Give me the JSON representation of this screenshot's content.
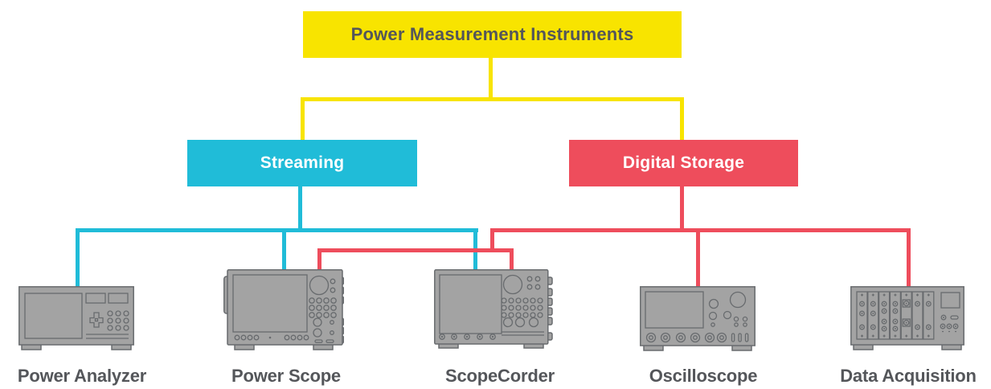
{
  "diagram": {
    "root": {
      "label": "Power Measurement Instruments"
    },
    "branches": [
      {
        "label": "Streaming",
        "connects_to": [
          "Power Analyzer",
          "Power Scope",
          "ScopeCorder"
        ]
      },
      {
        "label": "Digital Storage",
        "connects_to": [
          "Power Scope",
          "ScopeCorder",
          "Oscilloscope",
          "Data Acquisition"
        ]
      }
    ],
    "instruments": [
      {
        "label": "Power Analyzer",
        "icon": "power-analyzer-instrument-icon",
        "connected_to": [
          "Streaming"
        ]
      },
      {
        "label": "Power Scope",
        "icon": "power-scope-instrument-icon",
        "connected_to": [
          "Streaming",
          "Digital Storage"
        ]
      },
      {
        "label": "ScopeCorder",
        "icon": "scopecorder-instrument-icon",
        "connected_to": [
          "Streaming",
          "Digital Storage"
        ]
      },
      {
        "label": "Oscilloscope",
        "icon": "oscilloscope-instrument-icon",
        "connected_to": [
          "Digital Storage"
        ]
      },
      {
        "label": "Data Acquisition",
        "icon": "data-acquisition-instrument-icon",
        "connected_to": [
          "Digital Storage"
        ]
      }
    ]
  },
  "colors": {
    "brand-yellow": "#F8E400",
    "brand-cyan": "#20BCD8",
    "brand-red": "#EE4D5C",
    "instrument-fill": "#A3A3A3",
    "instrument-stroke": "#686B6E",
    "text-dark": "#54565A",
    "text-on-color": "#FFFFFF",
    "background": "#FFFFFF"
  }
}
